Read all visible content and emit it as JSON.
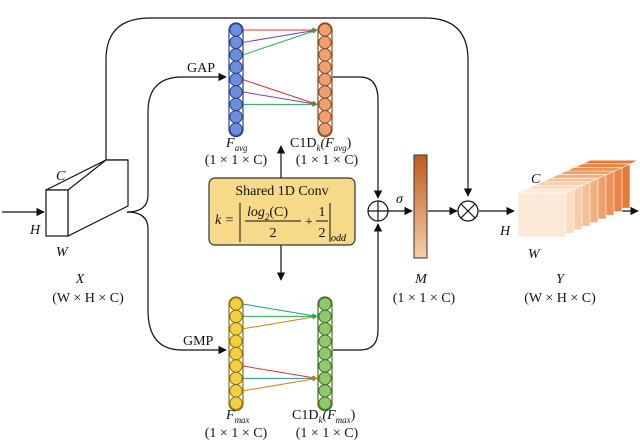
{
  "labels": {
    "gap": "GAP",
    "gmp": "GMP",
    "sigma": "σ",
    "f_avg_main": "F",
    "f_avg_sub": "avg",
    "f_avg_dim": "(1 × 1 × C)",
    "c1d_avg_main": "C1D",
    "c1d_avg_k": "k",
    "c1d_avg_arg_open": "(F",
    "c1d_avg_arg_sub": "avg",
    "c1d_avg_arg_close": ")",
    "c1d_avg_dim": "(1 × 1 × C)",
    "f_max_main": "F",
    "f_max_sub": "max",
    "f_max_dim": "(1 × 1 × C)",
    "c1d_max_main": "C1D",
    "c1d_max_k": "k",
    "c1d_max_arg_open": "(F",
    "c1d_max_arg_sub": "max",
    "c1d_max_arg_close": ")",
    "c1d_max_dim": "(1 × 1 × C)",
    "shared_title": "Shared 1D Conv",
    "formula_k": "k =",
    "formula_log": "log",
    "formula_log_sub": "2",
    "formula_log_arg": "(C)",
    "formula_den1": "2",
    "formula_plus": "+",
    "formula_num2": "1",
    "formula_den2": "2",
    "formula_odd": "odd",
    "input_c": "C",
    "input_h": "H",
    "input_w": "W",
    "input_name": "X",
    "input_dim": "(W × H × C)",
    "m_name": "M",
    "m_dim": "(1 × 1 × C)",
    "output_c": "C",
    "output_h": "H",
    "output_w": "W",
    "output_name": "Y",
    "output_dim": "(W × H × C)"
  },
  "colors": {
    "avg_column": "#6b8fdc",
    "avg_column_stroke": "#2a3f8a",
    "c1d_avg_column": "#f0a070",
    "c1d_avg_column_stroke": "#8a4a20",
    "max_column": "#f3d040",
    "max_column_stroke": "#8a7010",
    "c1d_max_column": "#90c870",
    "c1d_max_column_stroke": "#3f7020",
    "formula_box": "#f7d98a",
    "formula_box_stroke": "#333333",
    "m_bar_top": "#c05a20",
    "m_bar_bottom": "#f6cfa8",
    "arrow_red": "#e03030",
    "arrow_green": "#2aa84a",
    "arrow_purple": "#7a3fb8",
    "arrow_orange": "#d9781a",
    "arrow_teal": "#1f9a8a"
  },
  "icons": {
    "sum": "circle-plus-icon",
    "product": "circle-times-icon"
  }
}
